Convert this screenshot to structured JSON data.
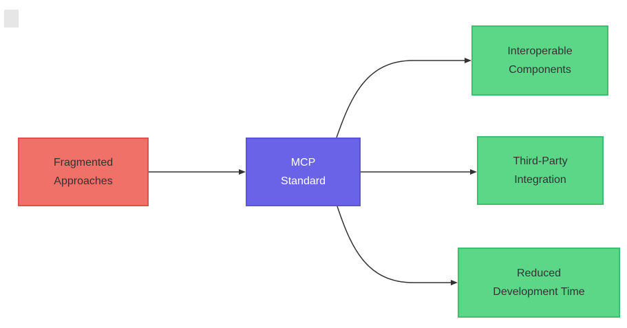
{
  "diagram": {
    "type": "flowchart",
    "direction": "left-to-right",
    "edge_color": "#333333",
    "corner_swatch_color": "#e6e6e6",
    "nodes": {
      "fragmented_approaches": {
        "line1": "Fragmented",
        "line2": "Approaches",
        "fill": "#ef7168",
        "stroke": "#e0504a",
        "text_color": "#333333"
      },
      "mcp_standard": {
        "line1": "MCP",
        "line2": "Standard",
        "fill": "#6a63e8",
        "stroke": "#5b52dd",
        "text_color": "#ffffff"
      },
      "interoperable_components": {
        "line1": "Interoperable",
        "line2": "Components",
        "fill": "#5cd687",
        "stroke": "#3dbf6d",
        "text_color": "#333333"
      },
      "third_party_integration": {
        "line1": "Third-Party",
        "line2": "Integration",
        "fill": "#5cd687",
        "stroke": "#3dbf6d",
        "text_color": "#333333"
      },
      "reduced_development_time": {
        "line1": "Reduced",
        "line2": "Development Time",
        "fill": "#5cd687",
        "stroke": "#3dbf6d",
        "text_color": "#333333"
      }
    },
    "edges": [
      {
        "from": "fragmented_approaches",
        "to": "mcp_standard"
      },
      {
        "from": "mcp_standard",
        "to": "interoperable_components"
      },
      {
        "from": "mcp_standard",
        "to": "third_party_integration"
      },
      {
        "from": "mcp_standard",
        "to": "reduced_development_time"
      }
    ]
  }
}
